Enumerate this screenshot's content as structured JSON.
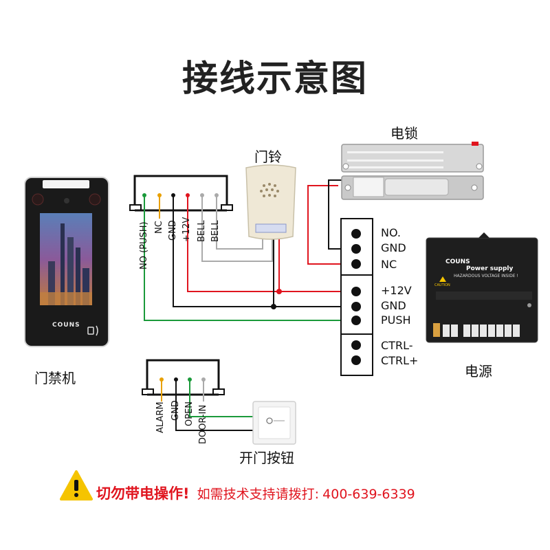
{
  "title": "接线示意图",
  "labels": {
    "lock": "电锁",
    "bell": "门铃",
    "device": "门禁机",
    "power": "电源",
    "button": "开门按钮"
  },
  "device": {
    "brand": "COUNS"
  },
  "device_pins": [
    "NO (PUSH)",
    "NC",
    "GND",
    "+12V",
    "BELL",
    "BELL"
  ],
  "door_pins": [
    "ALARM",
    "GND",
    "OPEN",
    "DOOR-IN"
  ],
  "terminals": [
    "NO.",
    "GND",
    "NC",
    "+12V",
    "GND",
    "PUSH",
    "CTRL-",
    "CTRL+"
  ],
  "power_supply": {
    "brand": "COUNS",
    "title": "Power supply",
    "warning": "HAZARDOUS VOLTAGE INSIDE !",
    "caution": "CAUTION"
  },
  "warning": {
    "main": "切勿带电操作!",
    "sub": "如需技术支持请拨打:",
    "phone": "400-639-6339"
  },
  "colors": {
    "red": "#e0141e",
    "green": "#1a9a3a",
    "black": "#111111",
    "gray": "#9a9a9a",
    "yellow": "#e8a000"
  }
}
